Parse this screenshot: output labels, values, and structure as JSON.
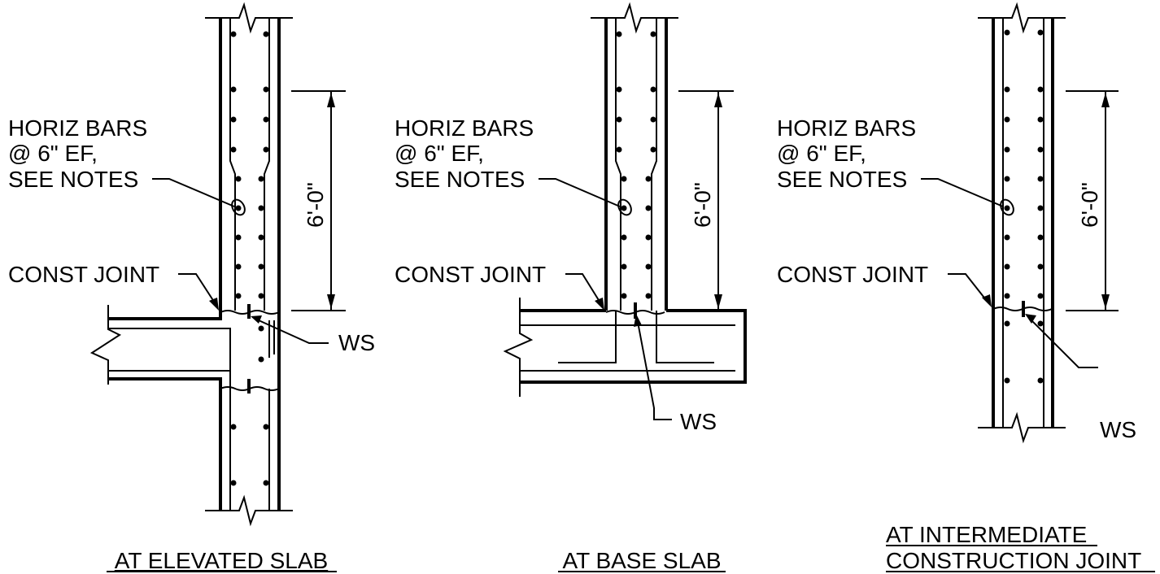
{
  "details": [
    {
      "title": [
        "AT ELEVATED SLAB"
      ],
      "bars_label": [
        "HORIZ BARS",
        "@ 6\" EF,",
        "SEE NOTES"
      ],
      "joint_label": "CONST JOINT",
      "ws_label": "WS",
      "dimension": "6'-0\""
    },
    {
      "title": [
        "AT BASE SLAB"
      ],
      "bars_label": [
        "HORIZ BARS",
        "@ 6\" EF,",
        "SEE NOTES"
      ],
      "joint_label": "CONST JOINT",
      "ws_label": "WS",
      "dimension": "6'-0\""
    },
    {
      "title": [
        "AT INTERMEDIATE",
        "CONSTRUCTION JOINT"
      ],
      "bars_label": [
        "HORIZ BARS",
        "@ 6\" EF,",
        "SEE NOTES"
      ],
      "joint_label": "CONST JOINT",
      "ws_label": "WS",
      "dimension": "6'-0\""
    }
  ]
}
